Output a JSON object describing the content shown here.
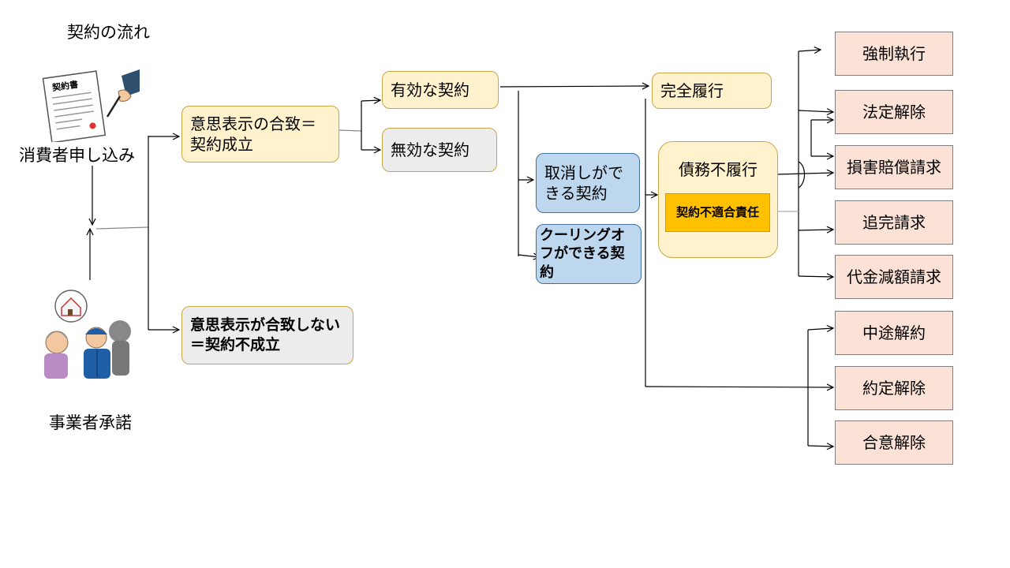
{
  "title": "契約の流れ",
  "consumer_label": "消費者申し込み",
  "business_label": "事業者承諾",
  "document_sign": "契約書",
  "boxes": {
    "agreement": "意思表示の合致＝契約成立",
    "no_agreement": "意思表示が合致しない＝契約不成立",
    "valid": "有効な契約",
    "invalid": "無効な契約",
    "cancellable": "取消しができる契約",
    "cooling_off": "クーリングオフができる契約",
    "complete": "完全履行",
    "non_performance": "債務不履行",
    "nonconformity": "契約不適合責任",
    "enforcement": "強制執行",
    "statutory_rescission": "法定解除",
    "damages": "損害賠償請求",
    "completion": "追完請求",
    "price_reduction": "代金減額請求",
    "termination": "中途解約",
    "contractual_rescission": "約定解除",
    "mutual_rescission": "合意解除"
  },
  "colors": {
    "yellow_fill": "#fff2cc",
    "gray_fill": "#ececec",
    "blue_fill": "#bdd7ee",
    "orange_fill": "#ffc000",
    "pink_fill": "#fbe1d6"
  }
}
